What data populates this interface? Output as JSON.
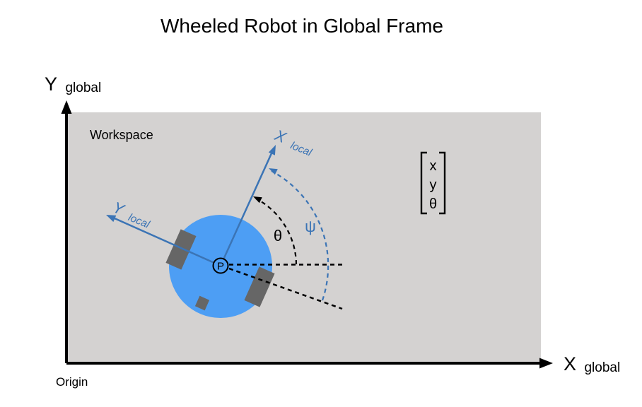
{
  "title": "Wheeled Robot in Global Frame",
  "colors": {
    "background": "#ffffff",
    "workspace_fill": "#d4d2d1",
    "robot_body": "#4d9ef4",
    "wheel_gray": "#666666",
    "local_axis_blue": "#3b74b5",
    "axis_black": "#000000"
  },
  "workspace": {
    "label": "Workspace"
  },
  "global_frame": {
    "origin_label": "Origin",
    "x_axis": {
      "main": "X",
      "sub": "global"
    },
    "y_axis": {
      "main": "Y",
      "sub": "global"
    }
  },
  "robot": {
    "point_label": "P",
    "x_axis": {
      "main": "X",
      "sub": "local"
    },
    "y_axis": {
      "main": "Y",
      "sub": "local"
    },
    "heading_angle_label": "θ",
    "steering_angle_label": "ψ"
  },
  "state_vector": {
    "rows": [
      "x",
      "y",
      "θ"
    ]
  }
}
